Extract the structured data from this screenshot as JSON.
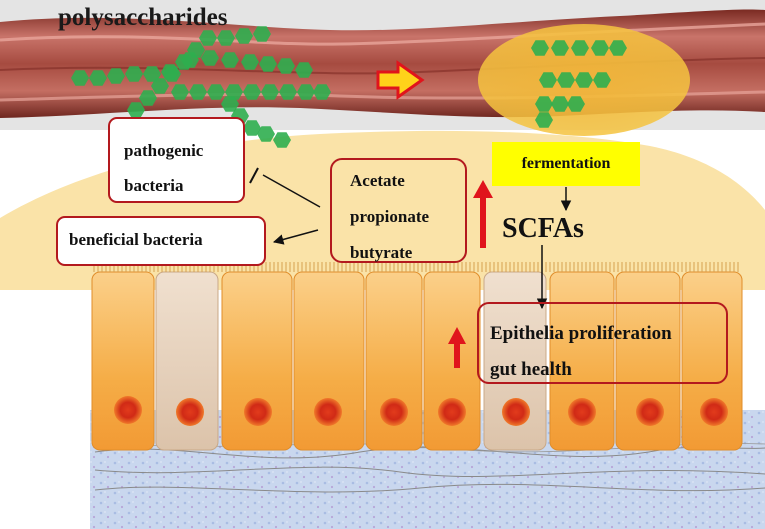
{
  "title": "polysaccharides",
  "fermentation": "fermentation",
  "scfas": "SCFAs",
  "pathogenic": "pathogenic bacteria",
  "beneficial": "beneficial bacteria",
  "acids": [
    "Acetate",
    "propionate",
    "butyrate"
  ],
  "epithelia": [
    "Epithelia proliferation",
    "gut health"
  ],
  "colors": {
    "box_border": "#b3191e",
    "up_arrow": "#e0141c",
    "fermentation_bg": "#ffff00",
    "cells": "#f7b04a",
    "nucleus": "#d9321a",
    "hexagon": "#2fae4f",
    "gut_wall": "#a8503f",
    "mucus": "#fae3a8"
  }
}
